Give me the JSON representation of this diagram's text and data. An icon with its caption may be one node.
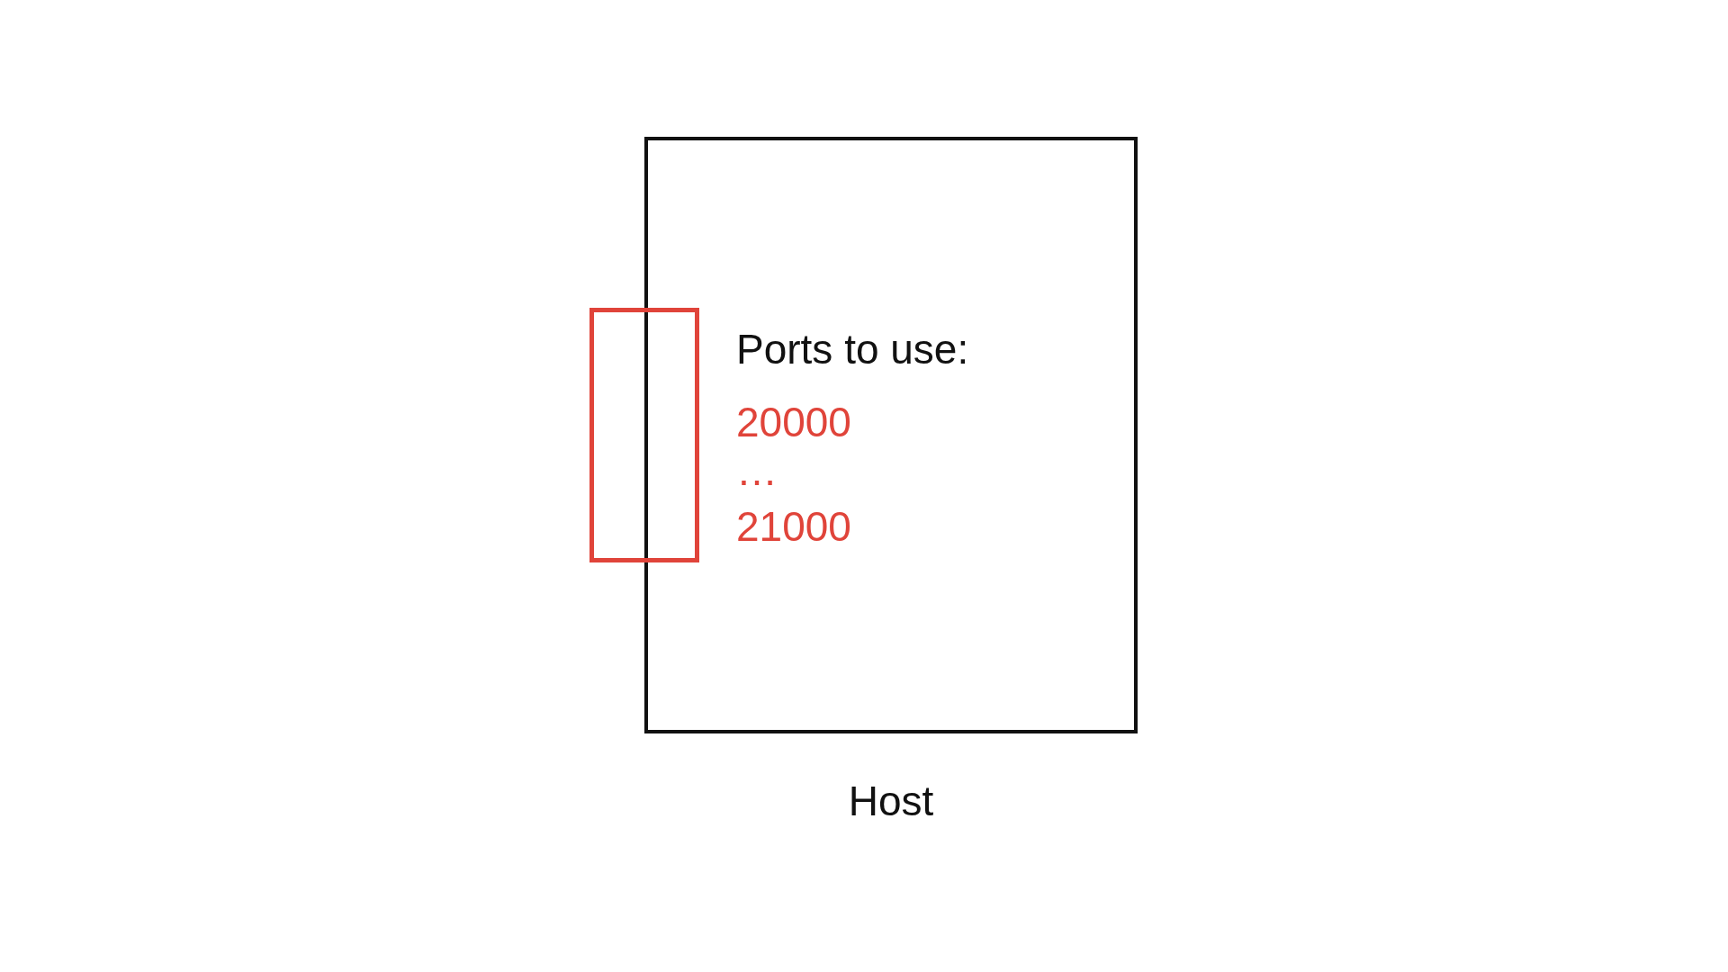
{
  "diagram": {
    "nodes": [
      {
        "text": [
          "Ports to use:",
          "20000",
          "…",
          "21000"
        ],
        "beside": [
          "Host"
        ]
      },
      {
        "text": [],
        "shape": "box"
      }
    ]
  }
}
